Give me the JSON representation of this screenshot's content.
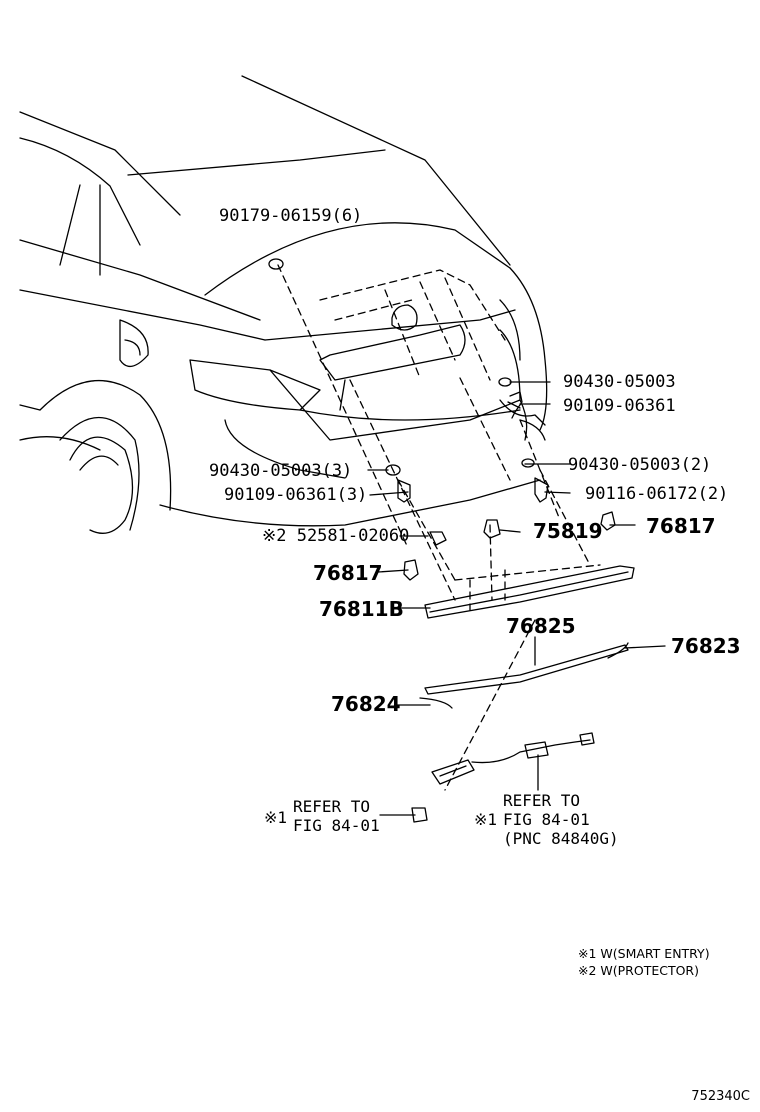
{
  "colors": {
    "line": "#000000",
    "background": "#ffffff"
  },
  "callouts": {
    "c90179": "90179-06159(6)",
    "c90430r": "90430-05003",
    "c90109r": "90109-06361",
    "c90430l": "90430-05003(3)",
    "c90430r2": "90430-05003(2)",
    "c90109l": "90109-06361(3)",
    "c90116": "90116-06172(2)",
    "c52581": "※2 52581-02060",
    "c75819": "75819",
    "c76817r": "76817",
    "c76817l": "76817",
    "c76811": "76811B",
    "c76825": "76825",
    "c76823": "76823",
    "c76824": "76824"
  },
  "refs": {
    "left": {
      "mark": "※1",
      "line1": "REFER TO",
      "line2": "FIG 84-01"
    },
    "right": {
      "mark": "※1",
      "line1": "REFER TO",
      "line2": "FIG 84-01",
      "line3": "(PNC 84840G)"
    }
  },
  "legend": {
    "n1": "※1 W(SMART ENTRY)",
    "n2": "※2 W(PROTECTOR)"
  },
  "figure_code": "752340C"
}
